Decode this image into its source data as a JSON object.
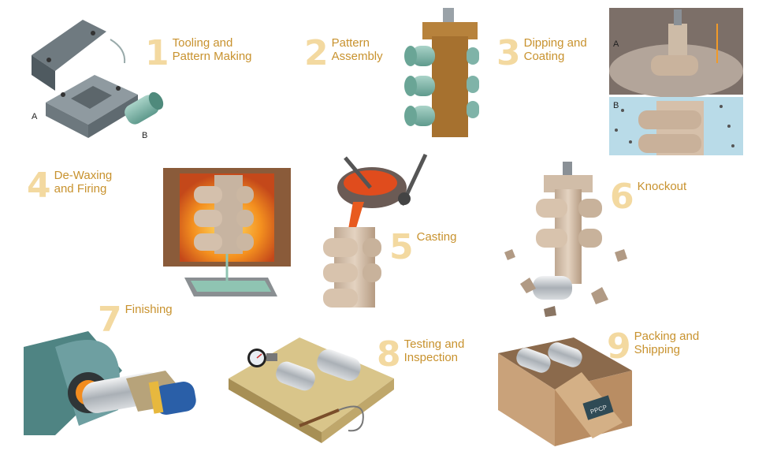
{
  "colors": {
    "label": "#c8922e",
    "number": "#f3d9a0",
    "wax_teal": "#7fb3a8",
    "wax_brown": "#b7823c",
    "ceramic": "#d8c3ad",
    "metal": "#c9ccd0",
    "steel_teal": "#5b8b8e",
    "fire": "#f08a1c",
    "carton": "#c9a27a"
  },
  "steps": [
    {
      "num": "1",
      "line1": "Tooling and",
      "line2": "Pattern Making"
    },
    {
      "num": "2",
      "line1": "Pattern",
      "line2": "Assembly"
    },
    {
      "num": "3",
      "line1": "Dipping and",
      "line2": "Coating"
    },
    {
      "num": "4",
      "line1": "De-Waxing",
      "line2": "and Firing"
    },
    {
      "num": "5",
      "line1": "Casting",
      "line2": ""
    },
    {
      "num": "6",
      "line1": "Knockout",
      "line2": ""
    },
    {
      "num": "7",
      "line1": "Finishing",
      "line2": ""
    },
    {
      "num": "8",
      "line1": "Testing and",
      "line2": "Inspection"
    },
    {
      "num": "9",
      "line1": "Packing and",
      "line2": "Shipping"
    }
  ],
  "tags": {
    "tooling_a": "A",
    "tooling_b": "B",
    "coating_a": "A",
    "coating_b": "B"
  },
  "box_logo": "PPCP",
  "icons": [
    "die-mold-icon",
    "wax-pattern-icon",
    "wax-tree-icon",
    "slurry-tank-icon",
    "sand-bed-icon",
    "furnace-icon",
    "ladle-icon",
    "ceramic-shell-icon",
    "broken-shell-icon",
    "grinder-icon",
    "gauge-icon",
    "caliper-icon",
    "shipping-box-icon"
  ]
}
